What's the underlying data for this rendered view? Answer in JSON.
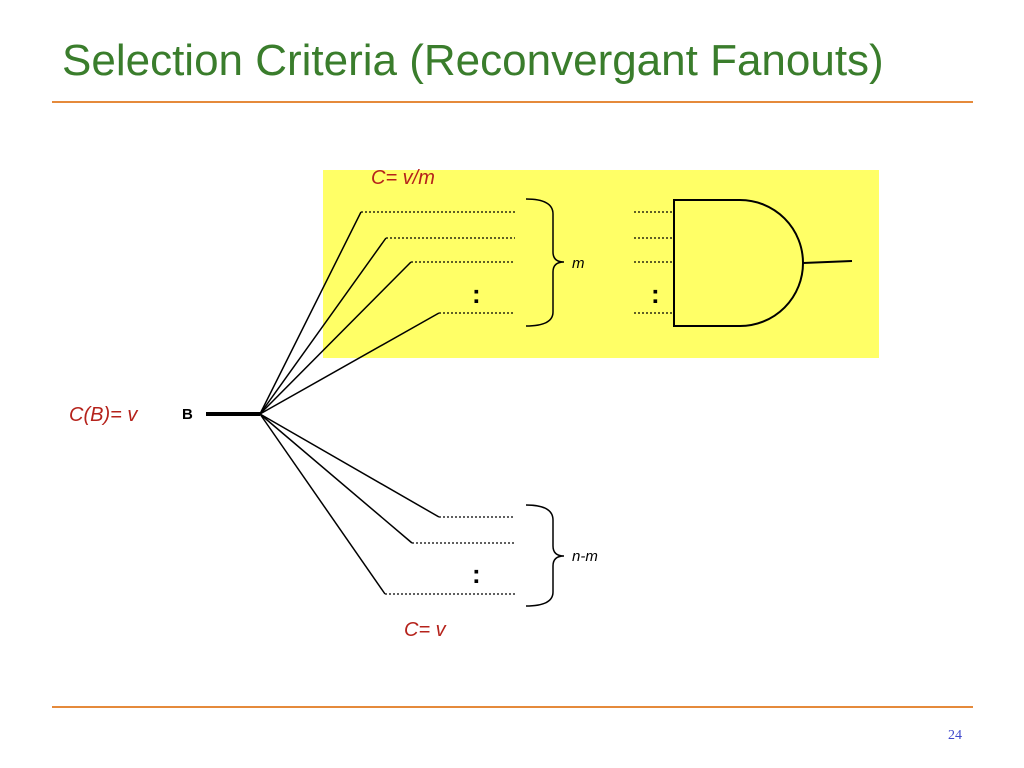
{
  "slide": {
    "title": "Selection Criteria (Reconvergant Fanouts)",
    "page_number": "24"
  },
  "diagram": {
    "stem_label": "C(B)= v",
    "node_label": "B",
    "upper_cost_label": "C= v/m",
    "lower_cost_label": "C= v",
    "upper_group_label": "m",
    "lower_group_label": "n-m",
    "ellipsis": ":",
    "highlight_color": "#ffff66",
    "label_color": "#b5221b",
    "gate": "AND-gate"
  }
}
